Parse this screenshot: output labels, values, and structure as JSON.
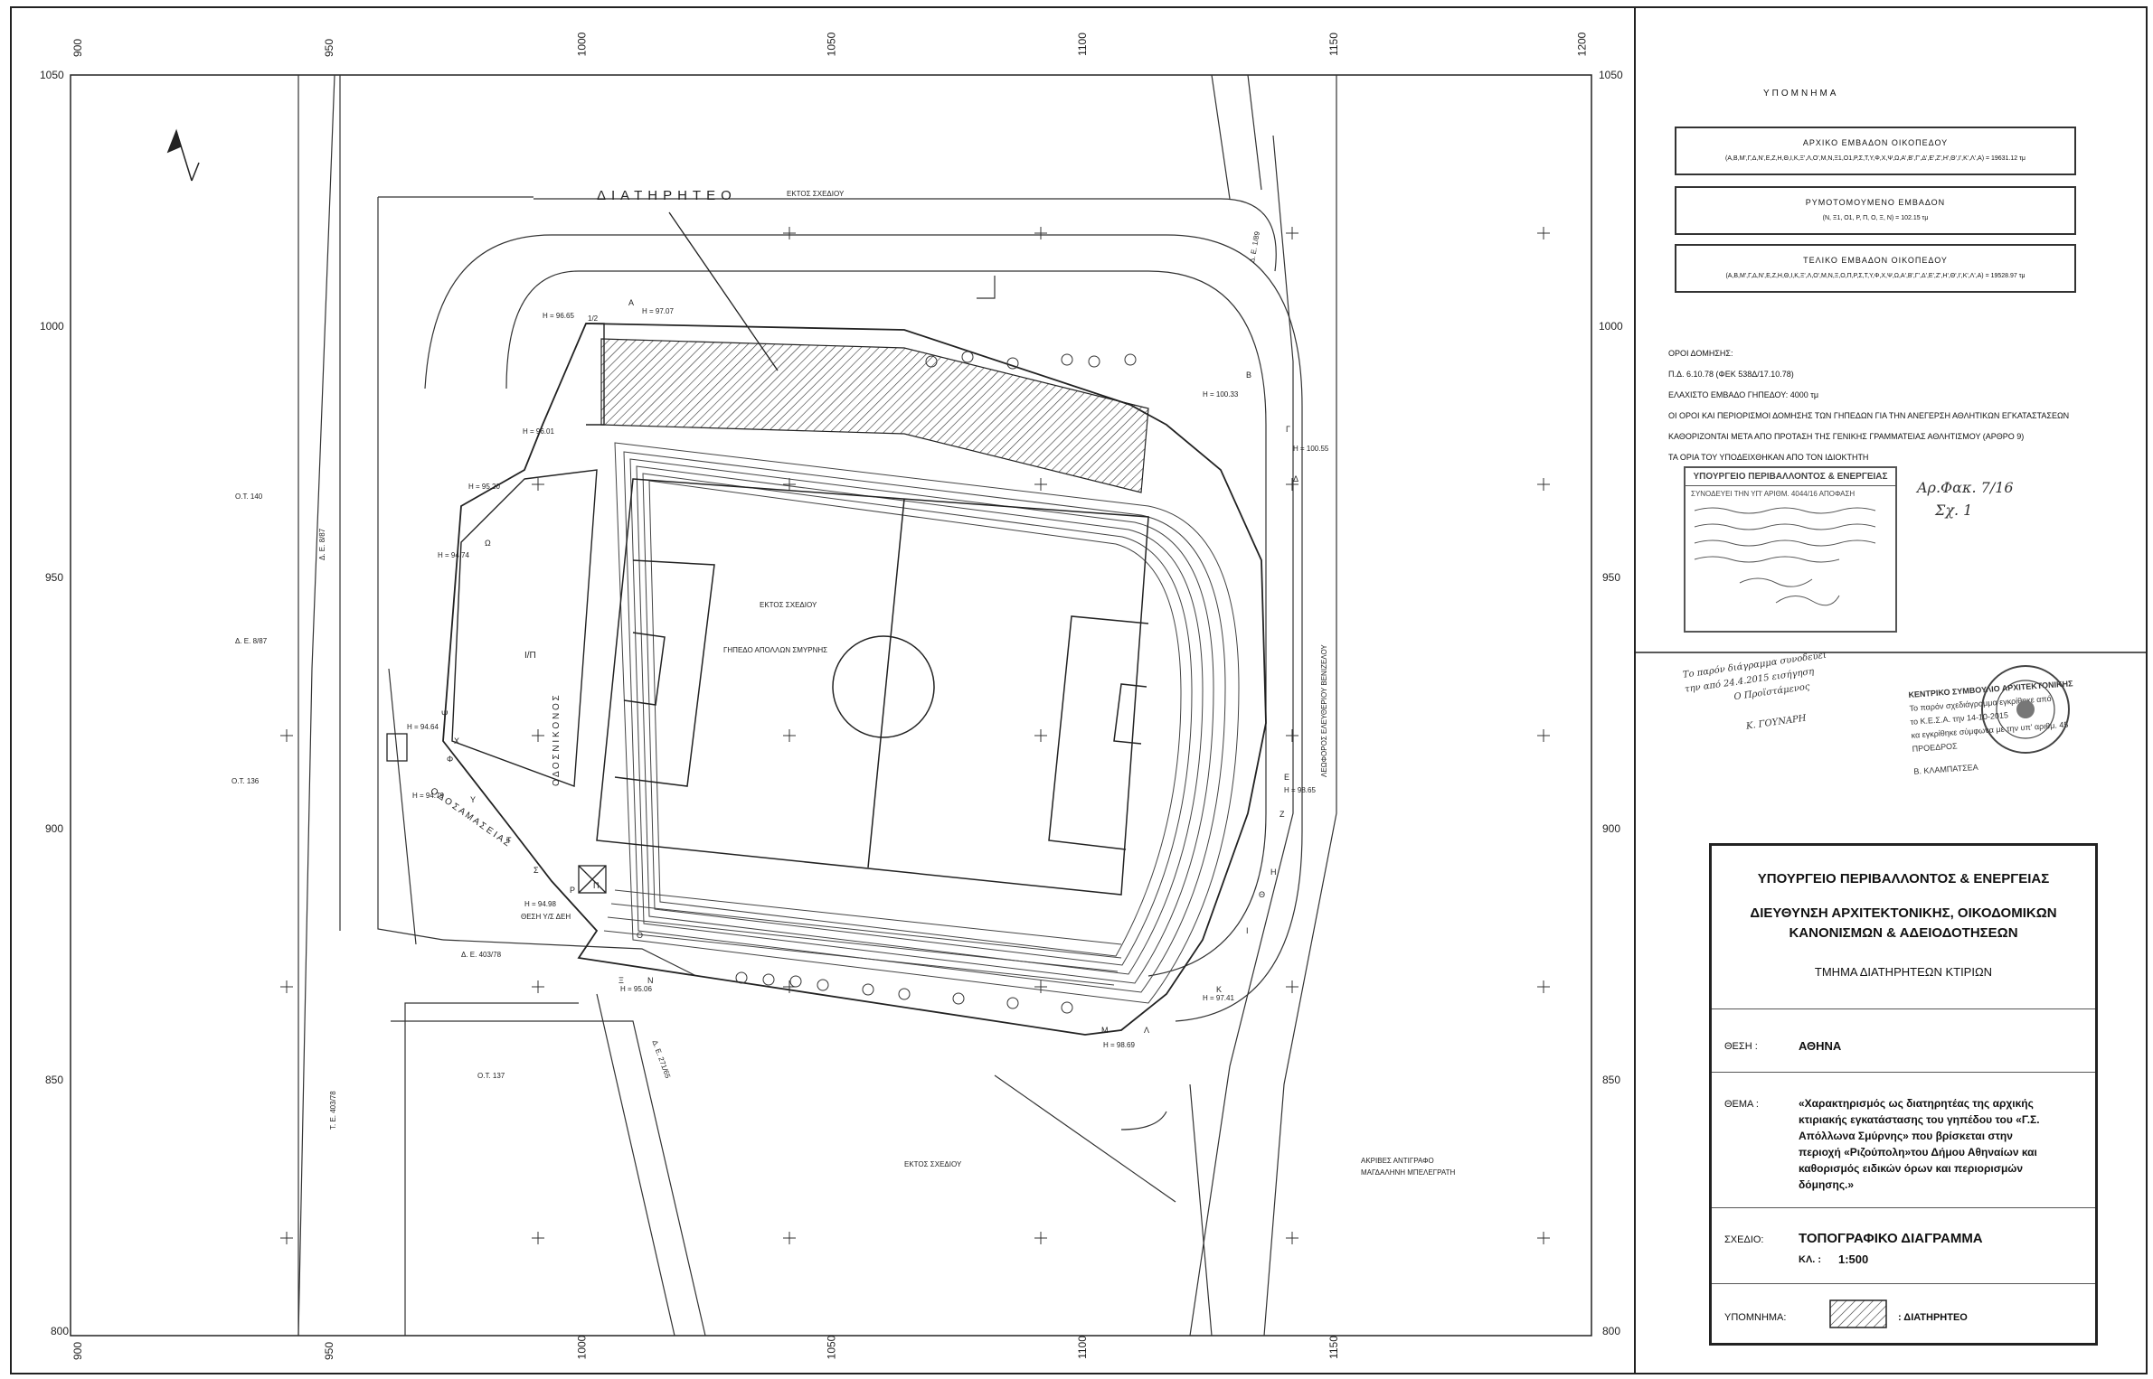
{
  "grid": {
    "top_ticks": [
      "900",
      "950",
      "1000",
      "1050",
      "1100",
      "1150",
      "1200"
    ],
    "bottom_ticks": [
      "900",
      "950",
      "1000",
      "1050",
      "1100",
      "1150"
    ],
    "left_ticks": [
      "1050",
      "1000",
      "950",
      "900",
      "850",
      "800"
    ],
    "right_ticks": [
      "1050",
      "1000",
      "950",
      "900",
      "850",
      "800"
    ]
  },
  "map": {
    "preserved_label": "ΔΙΑΤΗΡΗΤΕΟ",
    "ektos_top": "ΕΚΤΟΣ ΣΧΕΔΙΟΥ",
    "ektos_field": "ΕΚΤΟΣ ΣΧΕΔΙΟΥ",
    "ektos_bottom": "ΕΚΤΟΣ ΣΧΕΔΙΟΥ",
    "field_name": "ΓΗΠΕΔΟ ΑΠΟΛΛΩΝ ΣΜΥΡΝΗΣ",
    "block_140": "Ο.Τ. 140",
    "block_136": "Ο.Τ. 136",
    "block_137": "Ο.Τ. 137",
    "street_west": "Ο Δ Ο Σ   Ν Ι Κ Ο Ν Ο Σ",
    "street_amasias": "Ο Δ Ο Σ   Α Μ Α Σ Ε Ι Α Σ",
    "street_east": "ΛΕΩΦΟΡΟΣ ΕΛΕΥΘΕΡΙΟΥ ΒΕΝΙΖΕΛΟΥ",
    "de_top_right": "Δ. Ε. 1/89",
    "de_left": "Δ. Ε. 8/87",
    "de_left2": "Δ. Ε. 8/87",
    "de_bottom": "Δ. Ε. 403/78",
    "de_bottom2": "Δ. Ε. 271/65",
    "te_left": "Τ. Ε. 403/78",
    "heights": {
      "h1": "Η = 96.65",
      "h2": "Η = 97.07",
      "h3": "Η = 100.33",
      "h4": "Η = 100.55",
      "h5": "Η = 96.01",
      "h6": "Η = 95.20",
      "h7": "Η = 94.74",
      "h8": "Η = 94.64",
      "h9": "Η = 94.79",
      "h10": "Η = 94.98",
      "h11": "Η = 95.06",
      "h12": "Η = 97.41",
      "h13": "Η = 98.69",
      "h14": "Η = 98.65"
    },
    "ip_label": "Ι/Π",
    "ip_small": "1/2",
    "thesi_de": "ΘΕΣΗ Υ/Σ ΔΕΗ",
    "copy_note_1": "ΑΚΡΙΒΕΣ ΑΝΤΙΓΡΑΦΟ",
    "copy_note_2": "ΜΑΓΔΑΛΗΝΗ ΜΠΕΛΕΓΡΑΤΗ",
    "points": [
      "Α",
      "Β",
      "Γ",
      "Δ",
      "Ε",
      "Ζ",
      "Η",
      "Θ",
      "Ι",
      "Κ",
      "Λ",
      "Μ",
      "Ν",
      "Ξ",
      "Ο",
      "Π",
      "Ρ",
      "Σ",
      "Τ",
      "Υ",
      "Φ",
      "Χ",
      "Ψ",
      "Ω"
    ]
  },
  "legend": {
    "title": "ΥΠΟΜΝΗΜΑ",
    "box1_title": "ΑΡΧΙΚΟ ΕΜΒΑΔΟΝ ΟΙΚΟΠΕΔΟΥ",
    "box1_text": "(Α,Β,Μ',Γ,Δ,Ν',Ε,Ζ,Η,Θ,Ι,Κ,Ξ',Λ,Ο',Μ,Ν,Ξ1,Ο1,Ρ,Σ,Τ,Υ,Φ,Χ,Ψ,Ω,Α',Β',Γ',Δ',Ε',Ζ',Η',Θ',Ι',Κ',Λ',Α) = 19631.12 τμ",
    "box2_title": "ΡΥΜΟΤΟΜΟΥΜΕΝΟ ΕΜΒΑΔΟΝ",
    "box2_text": "(Ν, Ξ1, Ο1, Ρ, Π, Ο, Ξ, Ν) = 102.15 τμ",
    "box3_title": "ΤΕΛΙΚΟ ΕΜΒΑΔΟΝ ΟΙΚΟΠΕΔΟΥ",
    "box3_text": "(Α,Β,Μ',Γ,Δ,Ν',Ε,Ζ,Η,Θ,Ι,Κ,Ξ',Λ,Ο',Μ,Ν,Ξ,Ο,Π,Ρ,Σ,Τ,Υ,Φ,Χ,Ψ,Ω,Α',Β',Γ',Δ',Ε',Ζ',Η',Θ',Ι',Κ',Λ',Α) = 19528.97 τμ"
  },
  "notes": [
    "ΟΡΟΙ ΔΟΜΗΣΗΣ:",
    "Π.Δ. 6.10.78 (ΦΕΚ 538Δ/17.10.78)",
    "ΕΛΑΧΙΣΤΟ ΕΜΒΑΔΟ ΓΗΠΕΔΟΥ: 4000 τμ",
    "ΟΙ ΟΡΟΙ ΚΑΙ ΠΕΡΙΟΡΙΣΜΟΙ ΔΟΜΗΣΗΣ ΤΩΝ ΓΗΠΕΔΩΝ ΓΙΑ ΤΗΝ ΑΝΕΓΕΡΣΗ ΑΘΛΗΤΙΚΩΝ ΕΓΚΑΤΑΣΤΑΣΕΩΝ",
    "ΚΑΘΟΡΙΖΟΝΤΑΙ ΜΕΤΑ ΑΠΟ ΠΡΟΤΑΣΗ ΤΗΣ ΓΕΝΙΚΗΣ ΓΡΑΜΜΑΤΕΙΑΣ ΑΘΛΗΤΙΣΜΟΥ (ΑΡΘΡΟ 9)",
    "ΤΑ ΟΡΙΑ ΤΟΥ ΥΠΟΔΕΙΧΘΗΚΑΝ ΑΠΟ ΤΟΝ ΙΔΙΟΚΤΗΤΗ"
  ],
  "stamps": {
    "ministry_stamp": "ΥΠΟΥΡΓΕΙΟ ΠΕΡΙΒΑΛΛΟΝΤΟΣ & ΕΝΕΡΓΕΙΑΣ",
    "ministry_line": "ΣΥΝΟΔΕΥΕΙ ΤΗΝ ΥΠ' ΑΡΙΘΜ. 4044/16 ΑΠΟΦΑΣΗ",
    "handwritten_ref": "Αρ.Φακ. 7/16",
    "handwritten_sub": "Σχ. 1",
    "left_stamp_1": "Το παρόν διάγραμμα συνοδεύει",
    "left_stamp_2": "την από 24.4.2015 εισήγηση",
    "left_stamp_3": "Ο Προϊστάμενος",
    "left_stamp_sig": "Κ. ΓΟΥΝΑΡΗ",
    "right_stamp_1": "ΚΕΝΤΡΙΚΟ ΣΥΜΒΟΥΛΙΟ ΑΡΧΙΤΕΚΤΟΝΙΚΗΣ",
    "right_stamp_2": "Το παρόν σχεδιάγραμμα εγκρίθηκε από",
    "right_stamp_3": "το Κ.Ε.Σ.Α. την 14-10-2015",
    "right_stamp_4": "κα εγκρίθηκε σύμφωνα με την υπ' αριθμ. 45",
    "right_stamp_5": "ΠΡΟΕΔΡΟΣ",
    "right_stamp_sig": "Β. ΚΛΑΜΠΑΤΣΕΑ"
  },
  "title_block": {
    "ministry": "ΥΠΟΥΡΓΕΙΟ ΠΕΡΙΒΑΛΛΟΝΤΟΣ & ΕΝΕΡΓΕΙΑΣ",
    "directorate_1": "ΔΙΕΥΘΥΝΣΗ ΑΡΧΙΤΕΚΤΟΝΙΚΗΣ, ΟΙΚΟΔΟΜΙΚΩΝ",
    "directorate_2": "ΚΑΝΟΝΙΣΜΩΝ & ΑΔΕΙΟΔΟΤΗΣΕΩΝ",
    "department": "ΤΜΗΜΑ ΔΙΑΤΗΡΗΤΕΩΝ ΚΤΙΡΙΩΝ",
    "location_label": "ΘΕΣΗ :",
    "location_value": "ΑΘΗΝΑ",
    "subject_label": "ΘΕΜΑ :",
    "subject_lines": [
      "«Χαρακτηρισμός ως διατηρητέας της αρχικής",
      "κτιριακής εγκατάστασης του γηπέδου του «Γ.Σ.",
      "Απόλλωνα Σμύρνης» που βρίσκεται στην",
      "περιοχή «Ριζούπολη»του Δήμου Αθηναίων και",
      "καθορισμός ειδικών όρων και περιορισμών",
      "δόμησης.»"
    ],
    "drawing_label": "ΣΧΕΔΙΟ:",
    "drawing_value": "ΤΟΠΟΓΡΑΦΙΚΟ ΔΙΑΓΡΑΜΜΑ",
    "scale_label": "ΚΛ. :",
    "scale_value": "1:500",
    "legend_label": "ΥΠΟΜΝΗΜΑ:",
    "legend_value": ": ΔΙΑΤΗΡΗΤΕΟ"
  }
}
